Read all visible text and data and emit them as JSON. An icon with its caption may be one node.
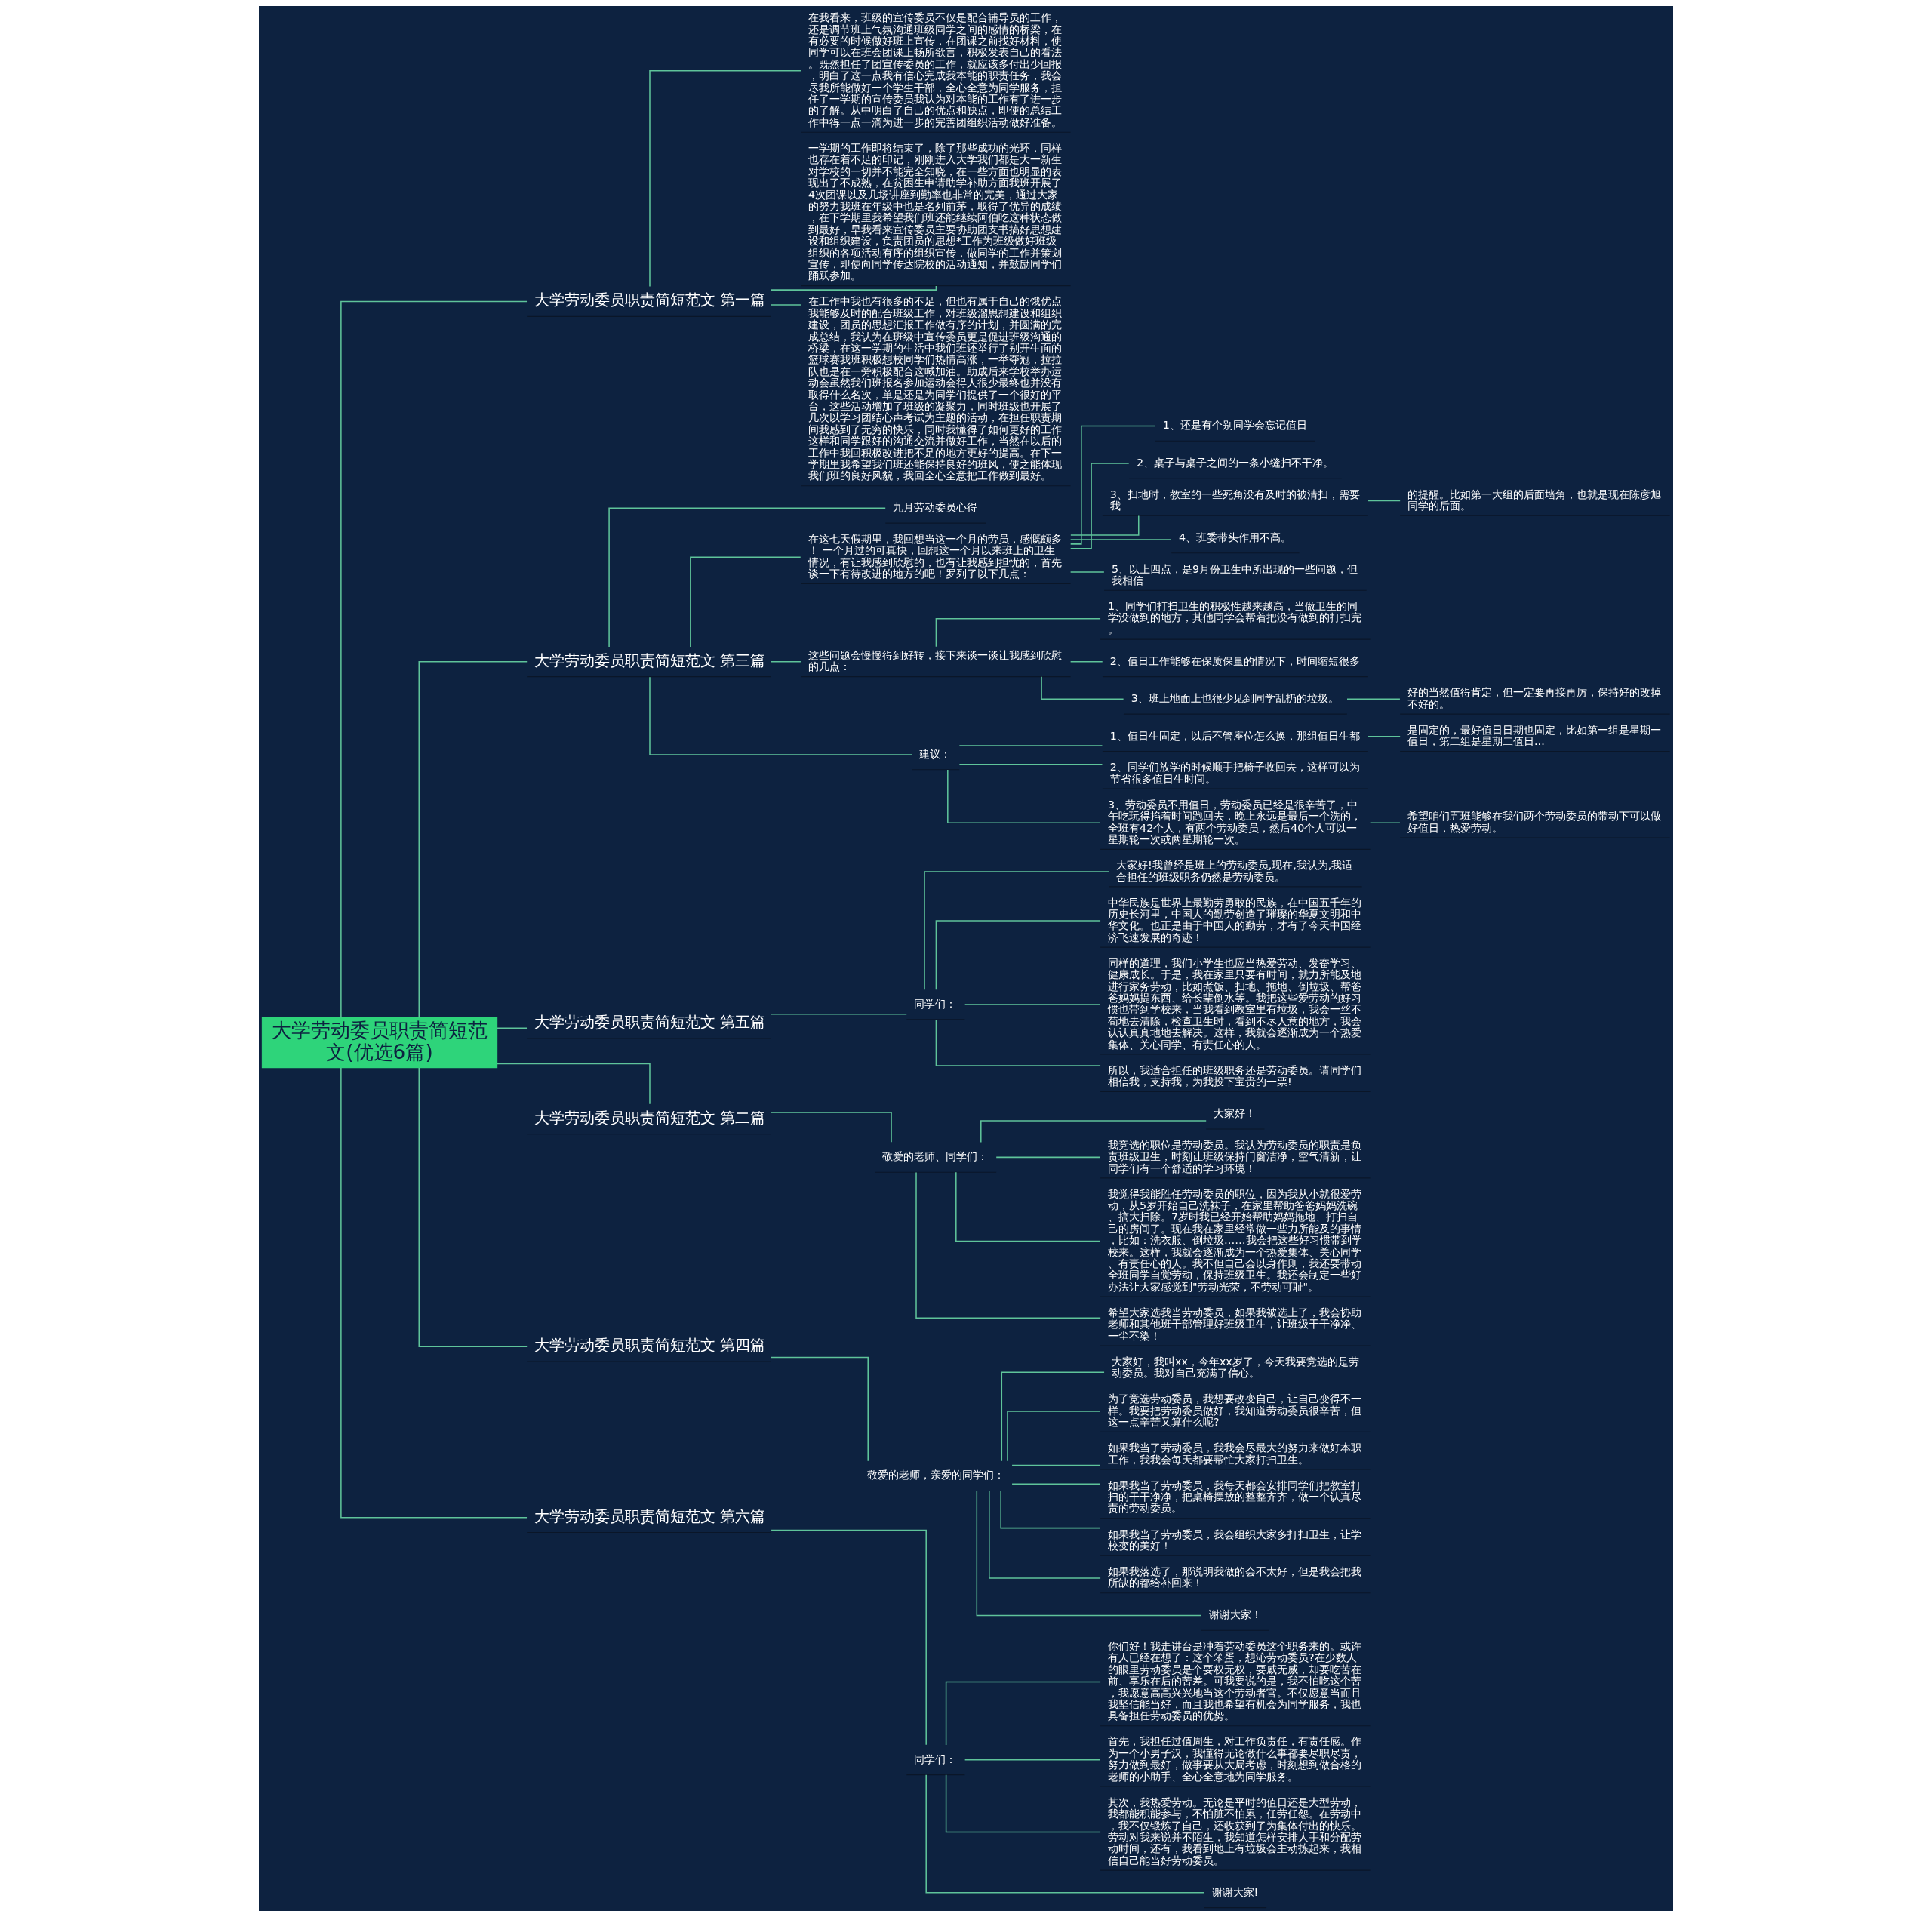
{
  "diagram": {
    "nodes": [
      {
        "text": [
          "大学劳动委员职责简短范文(优选6篇)"
        ]
      },
      {
        "text": [
          "大学劳动委员职责简短范文 第一篇"
        ]
      },
      {
        "text": [
          "在我看来，班级的宣传委员不仅是配合辅导员的工作，还是调节班上气氛沟通班级同学之间的感情的桥梁，在有必要的时候做好班上宣传，在团课之前找好材料，使同学可以在班会团课上畅所欲言，积极发表自己的看法。既然担任了团宣传委员的工作，就应该多付出少回报，明白了这一点我有信心完成我本能的职责任务，我会尽我所能做好一个学生干部，全心全意为同学服务，担任了一学期的宣传委员我认为对本能的工作有了进一步的了解。从中明白了自己的优点和缺点，即使的总结工作中得一点一滴为进一步的完善团组织活动做好准备。"
        ]
      },
      {
        "text": [
          "一学期的工作即将结束了，除了那些成功的光环，同样也存在着不足的印记，刚刚进入大学我们都是大一新生对学校的一切并不能完全知晓，在一些方面也明显的表现出了不成熟，在贫困生申请助学补助方面我班开展了4次团课以及几场讲座到勤率也非常的完美，通过大家的努力我班在年级中也是名列前茅，取得了优异的成绩，在下学期里我希望我们班还能继续阿伯吃这种状态做到最好，早我看来宣传委员主要协助团支书搞好思想建设和组织建设，负责团员的思想*工作为班级做好班级组织的各项活动有序的组织宣传，做同学的工作并策划宣传，即使向同学传达院校的活动通知，并鼓励同学们踊跃参加。"
        ]
      },
      {
        "text": [
          "在工作中我也有很多的不足，但也有属于自己的饿优点我能够及时的配合班级工作，对班级溜思想建设和组织建设，团员的思想汇报工作做有序的计划，并圆满的完成总结，我认为在班级中宣传委员更是促进班级沟通的桥梁，在这一学期的生活中我们班还举行了别开生面的篮球赛我班积极想校同学们热情高涨，一举夺冠，拉拉队也是在一旁积极配合这喊加油。助成后来学校举办运动会虽然我们班报名参加运动会得人很少最终也并没有取得什么名次，单是还是为同学们提供了一个很好的平台，这些活动增加了班级的凝聚力，同时班级也开展了几次以学习团结心声考试为主题的活动，在担任职责期间我感到了无穷的快乐，同时我懂得了如何更好的工作这样和同学跟好的沟通交流并做好工作，当然在以后的工作中我回积极改进把不足的地方更好的提高。在下一学期里我希望我们班还能保持良好的班风，使之能体现我们班的良好风貌，我回全心全意把工作做到最好。"
        ]
      },
      {
        "text": [
          "大学劳动委员职责简短范文 第三篇"
        ]
      },
      {
        "text": [
          "九月劳动委员心得"
        ]
      },
      {
        "text": [
          "在这七天假期里，我回想当这一个月的劳员，感慨颇多！ 一个月过的可真快，回想这一个月以来班上的卫生情况，有让我感到欣慰的，也有让我感到担忧的，首先谈一下有待改进的地方的吧！罗列了以下几点："
        ]
      },
      {
        "text": [
          "1、还是有个别同学会忘记值日"
        ]
      },
      {
        "text": [
          "2、桌子与桌子之间的一条小缝扫不干净。"
        ]
      },
      {
        "text": [
          "3、扫地时，教室的一些死角没有及时的被清扫，需要我"
        ]
      },
      {
        "text": [
          "的提醒。比如第一大组的后面墙角，也就是现在陈彦旭同学的后面。"
        ]
      },
      {
        "text": [
          "4、班委带头作用不高。"
        ]
      },
      {
        "text": [
          "5、以上四点，是9月份卫生中所出现的一些问题，但我相信"
        ]
      },
      {
        "text": [
          "这些问题会慢慢得到好转，接下来谈一谈让我感到欣慰的几点："
        ]
      },
      {
        "text": [
          "1、同学们打扫卫生的积极性越来越高，当做卫生的同学没做到的地方，其他同学会帮着把没有做到的打扫完。"
        ]
      },
      {
        "text": [
          "2、值日工作能够在保质保量的情况下，时间缩短很多"
        ]
      },
      {
        "text": [
          "3、班上地面上也很少见到同学乱扔的垃圾。"
        ]
      },
      {
        "text": [
          "好的当然值得肯定，但一定要再接再厉，保持好的改掉不好的。"
        ]
      },
      {
        "text": [
          "建议："
        ]
      },
      {
        "text": [
          "1、值日生固定，以后不管座位怎么换，那组值日生都"
        ]
      },
      {
        "text": [
          "是固定的，最好值日日期也固定，比如第一组是星期一值日，第二组是星期二值日..."
        ]
      },
      {
        "text": [
          "2、同学们放学的时候顺手把椅子收回去，这样可以为节省很多值日生时间。"
        ]
      },
      {
        "text": [
          "3、劳动委员不用值日，劳动委员已经是很辛苦了，中午吃玩得掐着时间跑回去，晚上永远是最后一个洗的，全班有42个人，有两个劳动委员，然后40个人可以一星期轮一次或两星期轮一次。"
        ]
      },
      {
        "text": [
          "希望咱们五班能够在我们两个劳动委员的带动下可以做好值日，热爱劳动。"
        ]
      },
      {
        "text": [
          "大学劳动委员职责简短范文 第五篇"
        ]
      },
      {
        "text": [
          "同学们："
        ]
      },
      {
        "text": [
          "大家好!我曾经是班上的劳动委员,现在,我认为,我适合担任的班级职务仍然是劳动委员。"
        ]
      },
      {
        "text": [
          "中华民族是世界上最勤劳勇敢的民族，在中国五千年的历史长河里，中国人的勤劳创造了璀璨的华夏文明和中华文化。也正是由于中国人的勤劳，才有了今天中国经济飞速发展的奇迹！"
        ]
      },
      {
        "text": [
          "同样的道理，我们小学生也应当热爱劳动、发奋学习、健康成长。于是，我在家里只要有时间，就力所能及地进行家务劳动，比如煮饭、扫地、拖地、倒垃圾、帮爸爸妈妈提东西、给长辈倒水等。我把这些爱劳动的好习惯也带到学校来，当我看到教室里有垃圾，我会一丝不苟地去清除，检查卫生时，看到不尽人意的地方，我会认认真真地地去解决。这样，我就会逐渐成为一个热爱集体、关心同学、有责任心的人。"
        ]
      },
      {
        "text": [
          "所以，我适合担任的班级职务还是劳动委员。请同学们相信我，支持我，为我投下宝贵的一票!"
        ]
      },
      {
        "text": [
          "大学劳动委员职责简短范文 第二篇"
        ]
      },
      {
        "text": [
          "敬爱的老师、同学们："
        ]
      },
      {
        "text": [
          "大家好！"
        ]
      },
      {
        "text": [
          "我竞选的职位是劳动委员。我认为劳动委员的职责是负责班级卫生，时刻让班级保持门窗洁净，空气清新，让同学们有一个舒适的学习环境！"
        ]
      },
      {
        "text": [
          "我觉得我能胜任劳动委员的职位，因为我从小就很爱劳动，从5岁开始自己洗袜子，在家里帮助爸爸妈妈洗碗、搞大扫除。7岁时我已经开始帮助妈妈拖地、打扫自己的房间了。现在我在家里经常做一些力所能及的事情，比如：洗衣服、倒垃圾……我会把这些好习惯带到学校来。这样，我就会逐渐成为一个热爱集体、关心同学、有责任心的人。我不但自己会以身作则，我还要带动全班同学自觉劳动，保持班级卫生。我还会制定一些好办法让大家感觉到\"劳动光荣，不劳动可耻\"。"
        ]
      },
      {
        "text": [
          "希望大家选我当劳动委员，如果我被选上了，我会协助老师和其他班干部管理好班级卫生，让班级干干净净、一尘不染！"
        ]
      },
      {
        "text": [
          "大学劳动委员职责简短范文 第四篇"
        ]
      },
      {
        "text": [
          "敬爱的老师，亲爱的同学们："
        ]
      },
      {
        "text": [
          "大家好，我叫xx，今年xx岁了，今天我要竞选的是劳动委员。我对自己充满了信心。"
        ]
      },
      {
        "text": [
          "为了竞选劳动委员，我想要改变自己，让自己变得不一样。我要把劳动委员做好，我知道劳动委员很辛苦，但这一点辛苦又算什么呢?"
        ]
      },
      {
        "text": [
          "如果我当了劳动委员，我我会尽最大的努力来做好本职工作，我我会每天都要帮忙大家打扫卫生。"
        ]
      },
      {
        "text": [
          "如果我当了劳动委员，我每天都会安排同学们把教室打扫的干干净净，把桌椅摆放的整整齐齐，做一个认真尽责的劳动委员。"
        ]
      },
      {
        "text": [
          "如果我当了劳动委员，我会组织大家多打扫卫生，让学校变的美好！"
        ]
      },
      {
        "text": [
          "如果我落选了，那说明我做的会不太好，但是我会把我所缺的都给补回来！"
        ]
      },
      {
        "text": [
          "谢谢大家！"
        ]
      },
      {
        "text": [
          "大学劳动委员职责简短范文 第六篇"
        ]
      },
      {
        "text": [
          "同学们："
        ]
      },
      {
        "text": [
          "你们好！我走讲台是冲着劳动委员这个职务来的。或许有人已经在想了：这个笨蛋，想沁劳动委员?在少数人的眼里劳动委员是个要权无权，要威无威，却要吃苦在前、享乐在后的苦差。可我要说的是，我不怕吃这个苦，我愿意高高兴兴地当这个劳动者官。不仅愿意当而且我坚信能当好，而且我也希望有机会为同学服务，我也具备担任劳动委员的优势。"
        ]
      },
      {
        "text": [
          "首先，我担任过值周生，对工作负责任，有责任感。作为一个小男子汉，我懂得无论做什么事都要尽职尽责，努力做到最好，做事要从大局考虑，时刻想到做合格的老师的小助手、全心全意地为同学服务。"
        ]
      },
      {
        "text": [
          "其次，我热爱劳动。无论是平时的值日还是大型劳动，我都能积能参与，不怕脏不怕累，任劳任怨。在劳动中，我不仅锻炼了自己，还收获到了为集体付出的快乐。劳动对我来说并不陌生，我知道怎样安排人手和分配劳动时间，还有，我看到地上有垃圾会主动拣起来，我相信自己能当好劳动委员。"
        ]
      },
      {
        "text": [
          "谢谢大家!"
        ]
      }
    ],
    "edges": [
      {
        "from": 0,
        "to": 1,
        "arrow": "none"
      },
      {
        "from": 1,
        "to": 2,
        "arrow": "none"
      },
      {
        "from": 1,
        "to": 3,
        "arrow": "none"
      },
      {
        "from": 1,
        "to": 4,
        "arrow": "none"
      },
      {
        "from": 0,
        "to": 5,
        "arrow": "none"
      },
      {
        "from": 5,
        "to": 6,
        "arrow": "none"
      },
      {
        "from": 5,
        "to": 7,
        "arrow": "none"
      },
      {
        "from": 7,
        "to": 8,
        "arrow": "none"
      },
      {
        "from": 7,
        "to": 9,
        "arrow": "none"
      },
      {
        "from": 7,
        "to": 10,
        "arrow": "none"
      },
      {
        "from": 10,
        "to": 11,
        "arrow": "none"
      },
      {
        "from": 7,
        "to": 12,
        "arrow": "none"
      },
      {
        "from": 7,
        "to": 13,
        "arrow": "none"
      },
      {
        "from": 5,
        "to": 14,
        "arrow": "none"
      },
      {
        "from": 14,
        "to": 15,
        "arrow": "none"
      },
      {
        "from": 14,
        "to": 16,
        "arrow": "none"
      },
      {
        "from": 14,
        "to": 17,
        "arrow": "none"
      },
      {
        "from": 17,
        "to": 18,
        "arrow": "none"
      },
      {
        "from": 5,
        "to": 19,
        "arrow": "none"
      },
      {
        "from": 19,
        "to": 20,
        "arrow": "none"
      },
      {
        "from": 20,
        "to": 21,
        "arrow": "none"
      },
      {
        "from": 19,
        "to": 22,
        "arrow": "none"
      },
      {
        "from": 19,
        "to": 23,
        "arrow": "none"
      },
      {
        "from": 23,
        "to": 24,
        "arrow": "none"
      },
      {
        "from": 0,
        "to": 25,
        "arrow": "none"
      },
      {
        "from": 25,
        "to": 26,
        "arrow": "none"
      },
      {
        "from": 26,
        "to": 27,
        "arrow": "none"
      },
      {
        "from": 26,
        "to": 28,
        "arrow": "none"
      },
      {
        "from": 26,
        "to": 29,
        "arrow": "none"
      },
      {
        "from": 26,
        "to": 30,
        "arrow": "none"
      },
      {
        "from": 0,
        "to": 31,
        "arrow": "none"
      },
      {
        "from": 31,
        "to": 32,
        "arrow": "none"
      },
      {
        "from": 32,
        "to": 33,
        "arrow": "none"
      },
      {
        "from": 32,
        "to": 34,
        "arrow": "none"
      },
      {
        "from": 32,
        "to": 35,
        "arrow": "none"
      },
      {
        "from": 32,
        "to": 36,
        "arrow": "none"
      },
      {
        "from": 0,
        "to": 37,
        "arrow": "none"
      },
      {
        "from": 37,
        "to": 38,
        "arrow": "none"
      },
      {
        "from": 38,
        "to": 39,
        "arrow": "none"
      },
      {
        "from": 38,
        "to": 40,
        "arrow": "none"
      },
      {
        "from": 38,
        "to": 41,
        "arrow": "none"
      },
      {
        "from": 38,
        "to": 42,
        "arrow": "none"
      },
      {
        "from": 38,
        "to": 43,
        "arrow": "none"
      },
      {
        "from": 38,
        "to": 44,
        "arrow": "none"
      },
      {
        "from": 38,
        "to": 45,
        "arrow": "none"
      },
      {
        "from": 0,
        "to": 46,
        "arrow": "none"
      },
      {
        "from": 46,
        "to": 47,
        "arrow": "none"
      },
      {
        "from": 47,
        "to": 48,
        "arrow": "none"
      },
      {
        "from": 47,
        "to": 49,
        "arrow": "none"
      },
      {
        "from": 47,
        "to": 50,
        "arrow": "none"
      },
      {
        "from": 47,
        "to": 51,
        "arrow": "none"
      }
    ]
  }
}
